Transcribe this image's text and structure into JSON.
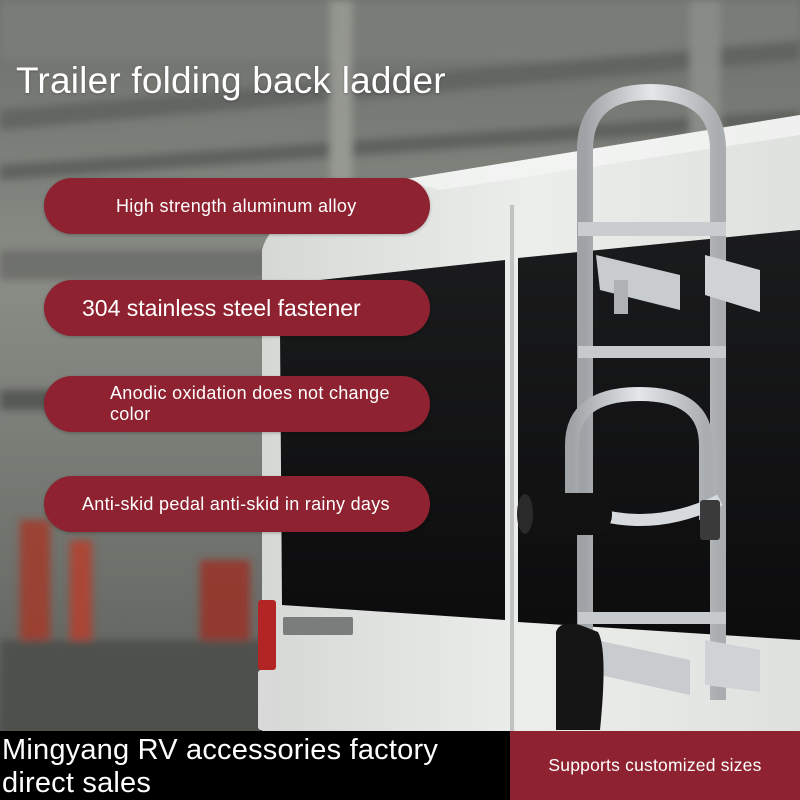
{
  "title": "Trailer folding back ladder",
  "features": [
    "High strength aluminum alloy",
    "304 stainless steel fastener",
    "Anodic oxidation does not change color",
    "Anti-skid pedal anti-skid in rainy days"
  ],
  "footer": {
    "left_text": "Mingyang RV accessories factory direct sales",
    "right_text": "Supports customized sizes"
  },
  "colors": {
    "accent": "#8e2230",
    "footer_bg": "#000000",
    "text": "#ffffff"
  }
}
